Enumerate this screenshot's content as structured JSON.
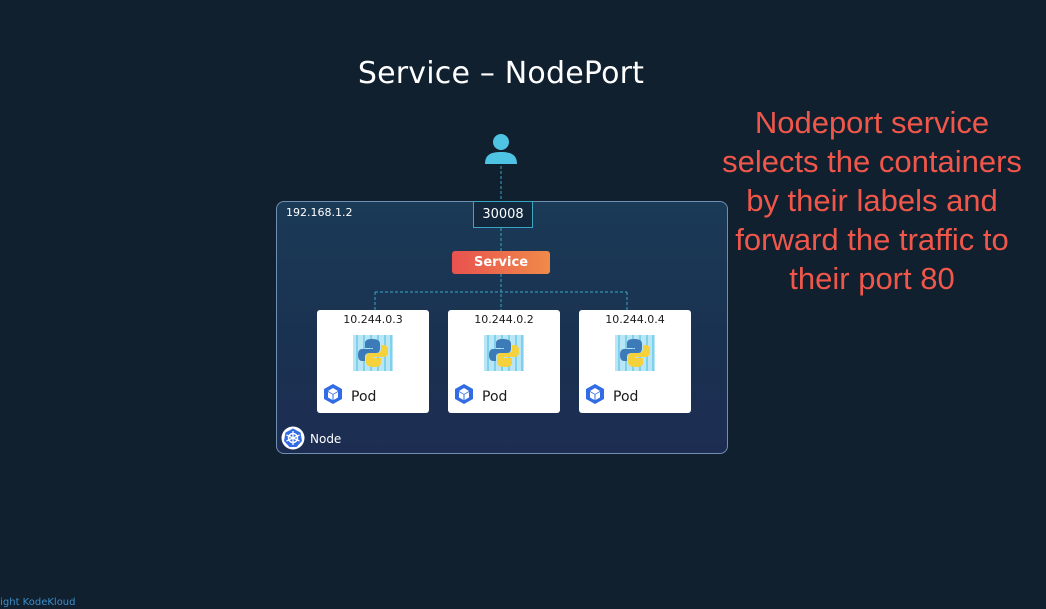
{
  "title": "Service – NodePort",
  "annotation": "Nodeport service selects the containers by their labels and forward the traffic to their port 80",
  "node": {
    "ip": "192.168.1.2",
    "label": "Node"
  },
  "node_port": "30008",
  "service_label": "Service",
  "pods": [
    {
      "ip": "10.244.0.3",
      "label": "Pod"
    },
    {
      "ip": "10.244.0.2",
      "label": "Pod"
    },
    {
      "ip": "10.244.0.4",
      "label": "Pod"
    }
  ],
  "copyright": "right KodeKloud",
  "colors": {
    "background": "#10202f",
    "annotation": "#f0574a",
    "service_gradient_start": "#e8524f",
    "service_gradient_end": "#f08a49",
    "connector": "#3aa6c4",
    "kube_blue": "#326ce5"
  },
  "icons": [
    "user-icon",
    "python-container-icon",
    "pod-cube-icon",
    "kubernetes-node-icon"
  ]
}
